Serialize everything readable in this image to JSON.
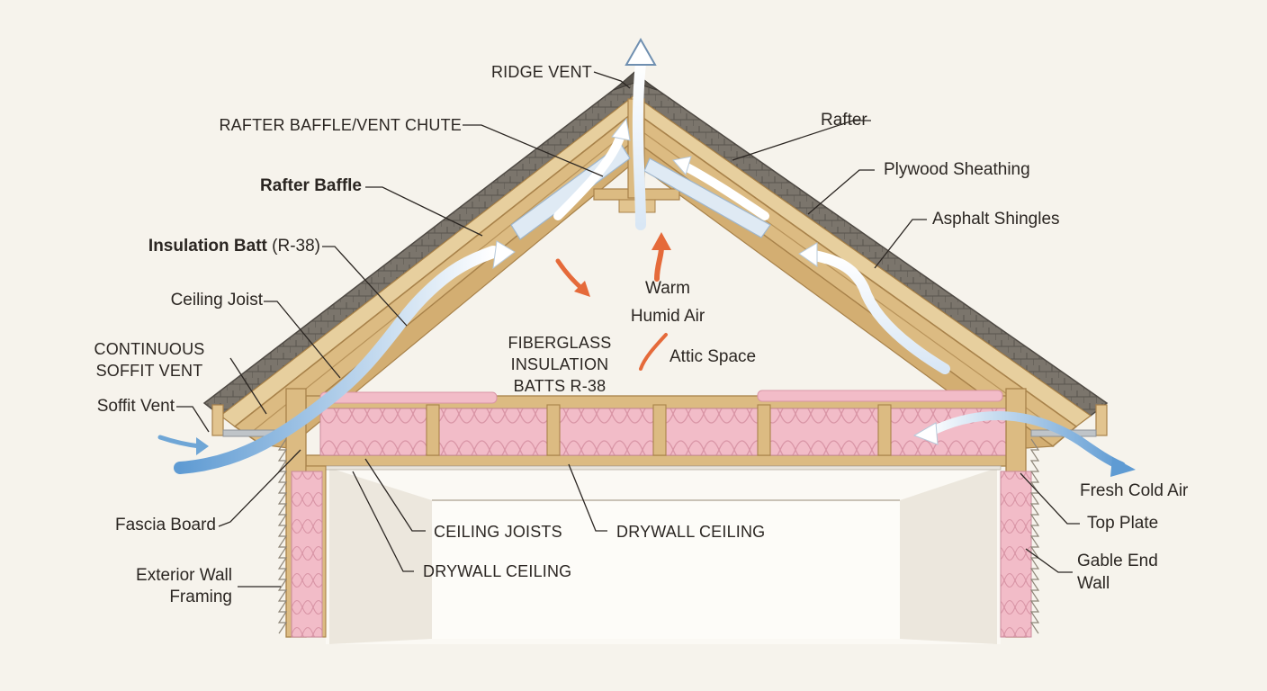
{
  "diagram": {
    "labels": {
      "ridge_vent": "RIDGE VENT",
      "rafter_baffle_vent_chute": "RAFTER BAFFLE/VENT CHUTE",
      "rafter_baffle": "Rafter Baffle",
      "insulation_batt": "Insulation Batt",
      "insulation_batt_rating": "(R-38)",
      "ceiling_joist": "Ceiling Joist",
      "continuous_soffit_vent_line1": "CONTINUOUS",
      "continuous_soffit_vent_line2": "SOFFIT VENT",
      "soffit_vent": "Soffit Vent",
      "fascia_board": "Fascia Board",
      "exterior_wall_framing_line1": "Exterior Wall",
      "exterior_wall_framing_line2": "Framing",
      "rafter": "Rafter",
      "plywood_sheathing": "Plywood Sheathing",
      "asphalt_shingles": "Asphalt Shingles",
      "warm_humid_air_line1": "Warm",
      "warm_humid_air_line2": "Humid Air",
      "attic_space": "Attic Space",
      "fiberglass_line1": "FIBERGLASS",
      "fiberglass_line2": "INSULATION",
      "fiberglass_line3": "BATTS R-38",
      "fresh_cold_air": "Fresh Cold Air",
      "top_plate": "Top Plate",
      "gable_end_wall_line1": "Gable End",
      "gable_end_wall_line2": "Wall",
      "ceiling_joists": "CEILING JOISTS",
      "drywall_ceiling_center": "DRYWALL CEILING",
      "drywall_ceiling_left": "DRYWALL CEILING"
    },
    "colors": {
      "wood": "#dcbb82",
      "wood_dark": "#a8824a",
      "insulation": "#f2bcc8",
      "shingle": "#6f6a63",
      "cold_air": "#6fa6d6",
      "warm_air": "#e56a3a",
      "background": "#f6f3ec"
    }
  }
}
